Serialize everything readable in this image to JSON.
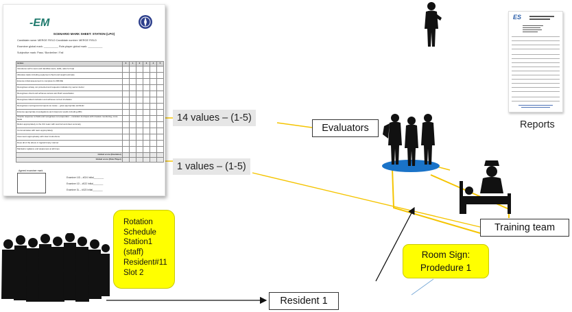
{
  "sheet": {
    "logo_text": "-EM",
    "title": "SCENARIO MARK SHEET: STATION (LPO)",
    "candidate_label": "Candidate name: MERGE FIELD     Candidate number: MERGE FIELD",
    "examiner_label": "Examiner global mark: __________   Role-player global mark: __________",
    "subjective_label": "Subjective mark:   Pass  /  Borderline  /  Fail",
    "header_row": [
      "Action",
      "0",
      "1",
      "2",
      "3",
      "4",
      "5"
    ],
    "rows": [
      "Introduces self to team and identifies team, skills, asks for help",
      "Allocates tasks including equipment check and weight estimate",
      "Ensures initial assessment is complete for ABCDE",
      "Recognises airway not protected and requests intubation by senior doctor",
      "Recognises shock and achieves access and fluid resuscitation",
      "Recognises failed intubation and achieves correct intubation",
      "Recognises meningococcal sepsis as cause – gives appropriate antibiotic",
      "Ensures appropriate investigations and interprets results including ABG",
      "Checks response to fluids and recognises non-responder – considers inotropes with invasive monitoring, more fluids",
      "Refers appropriately to the ICU team with succinct and clear summary",
      "Communicates with team appropriately",
      "Uses team appropriately with clear instructions",
      "Does all of the above in logical timely manner",
      "Maintains vigilance and awareness at all times"
    ],
    "total_examiner": "Global score (Examiner)",
    "total_player": "Global score (Role Player)",
    "agreed_label": "Agreed examiner mark",
    "signatures": [
      "Examiner 1ID – #024     Initial________",
      "Examiner 1D – #022      Initial________",
      "Examiner 3L – #023      Initial________"
    ]
  },
  "labels": {
    "values14": "14 values – (1-5)",
    "values1": "1 values – (1-5)",
    "evaluators": "Evaluators",
    "reports": "Reports",
    "training_team": "Training team",
    "resident": "Resident 1"
  },
  "rotation": {
    "lines": [
      "Rotation",
      "Schedule",
      "Station1",
      "(staff)",
      "Resident#11",
      "Slot 2"
    ]
  },
  "room_sign": {
    "line1": "Room Sign:",
    "line2": "Prodedure 1"
  },
  "reports_doc": {
    "logo_text": "ES"
  },
  "colors": {
    "accent_yellow": "#ffff00",
    "connector_yellow": "#f5c400",
    "evaluator_base": "#1a73c8",
    "label_bg": "#e6e6e6"
  }
}
